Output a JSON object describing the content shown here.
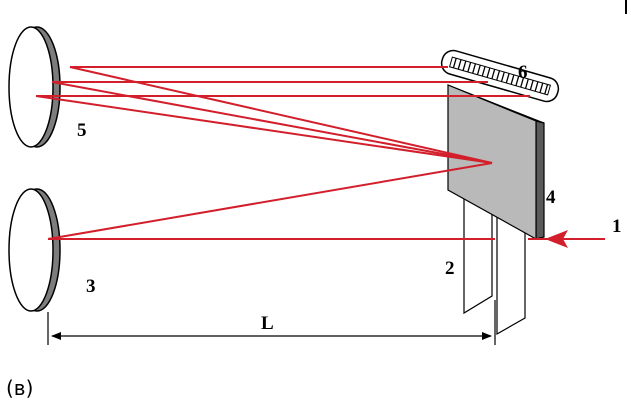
{
  "colors": {
    "beam": "#d21f2b",
    "mirror_face": "#ffffff",
    "mirror_edge": "#7d7d7d",
    "plate_face": "#b9b9b9",
    "plate_side": "#5a5a5a",
    "outline": "#000000"
  },
  "labels": {
    "input_beam": "1",
    "slits": "2",
    "mirror_lower": "3",
    "grating": "4",
    "mirror_upper": "5",
    "detector": "6",
    "distance": "L"
  },
  "caption": "(в)"
}
